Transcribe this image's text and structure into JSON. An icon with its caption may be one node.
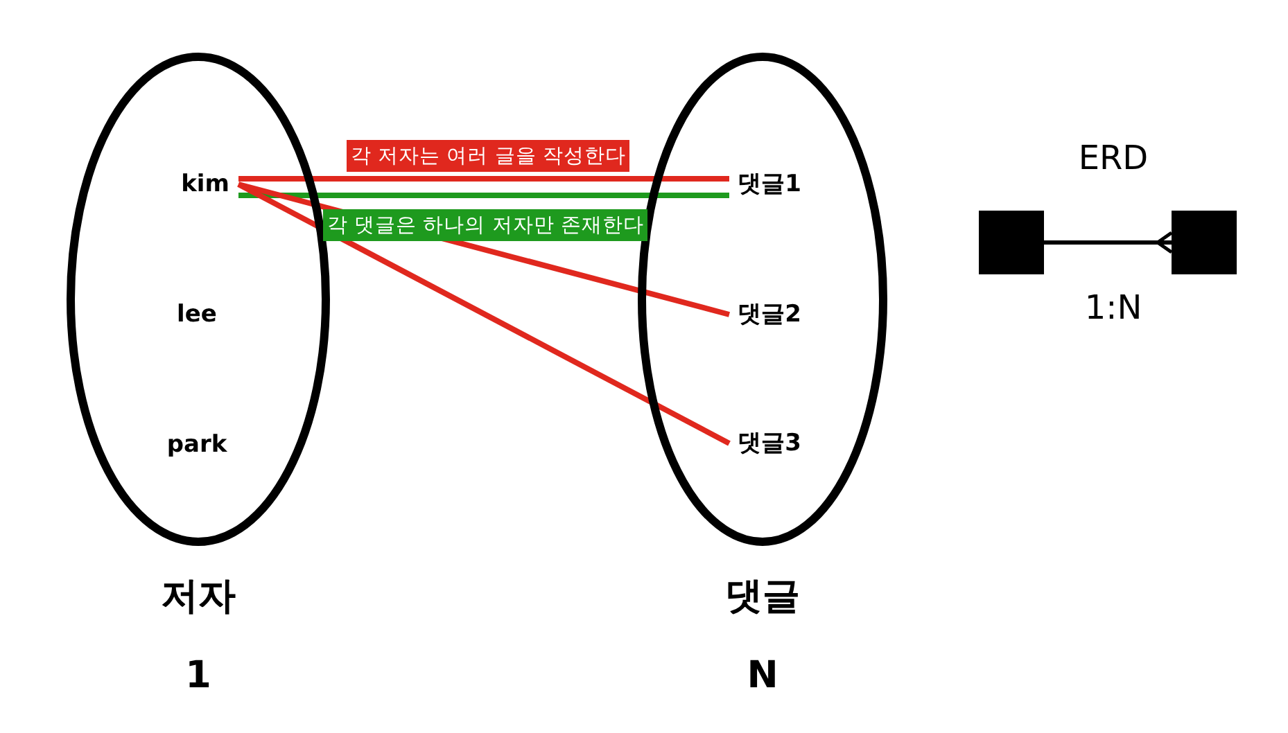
{
  "diagram": {
    "nodes": [
      {
        "text": [
          "저자"
        ],
        "beside": [
          "1"
        ]
      },
      {
        "text": [
          "kim"
        ],
        "in": 0
      },
      {
        "text": [
          "lee"
        ],
        "in": 0
      },
      {
        "text": [
          "park"
        ],
        "in": 0
      },
      {
        "text": [
          "댓글"
        ],
        "beside": [
          "N"
        ]
      },
      {
        "text": [
          "댓글1"
        ],
        "in": 4
      },
      {
        "text": [
          "댓글2"
        ],
        "in": 4
      },
      {
        "text": [
          "댓글3"
        ],
        "in": 4
      },
      {
        "text": [],
        "shape": "box"
      },
      {
        "text": [],
        "shape": "box"
      }
    ],
    "edges": [
      {
        "from": 1,
        "to": 5,
        "arrow": "none",
        "label": "각 저자는 여러 글을 작성한다"
      },
      {
        "from": 1,
        "to": 5,
        "arrow": "none",
        "label": "각 댓글은 하나의 저자만 존재한다",
        "color": "#1e9a1e"
      },
      {
        "from": 1,
        "to": 6,
        "arrow": "none"
      },
      {
        "from": 1,
        "to": 7,
        "arrow": "none"
      },
      {
        "from": 8,
        "to": 9,
        "arrow": "other",
        "color": "#000000"
      }
    ],
    "labels": [
      "ERD",
      "1:N"
    ]
  }
}
